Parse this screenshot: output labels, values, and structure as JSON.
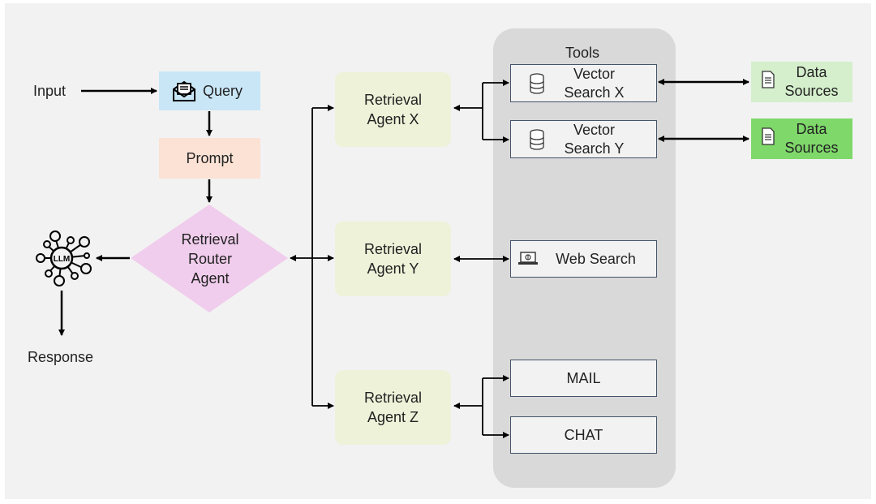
{
  "input_label": "Input",
  "query_label": "Query",
  "prompt_label": "Prompt",
  "router_label": "Retrieval\nRouter\nAgent",
  "llm_label": "LLM",
  "response_label": "Response",
  "agents": [
    {
      "label": "Retrieval\nAgent X"
    },
    {
      "label": "Retrieval\nAgent Y"
    },
    {
      "label": "Retrieval\nAgent Z"
    }
  ],
  "tools_title": "Tools",
  "tools": {
    "vector_x": "Vector\nSearch X",
    "vector_y": "Vector\nSearch Y",
    "web": "Web Search",
    "mail": "MAIL",
    "chat": "CHAT"
  },
  "data_sources": [
    {
      "label": "Data\nSources",
      "color": "#d5efcc"
    },
    {
      "label": "Data\nSources",
      "color": "#7fd86a"
    }
  ],
  "colors": {
    "query": "#c9e6f6",
    "prompt": "#fbe2d5",
    "router": "#f0cdec",
    "agent": "#eef2d9",
    "tools_panel": "#d9d9d9",
    "arrow": "#000000"
  },
  "icons": [
    "envelope-icon",
    "database-icon",
    "laptop-icon",
    "document-icon",
    "llm-network-icon"
  ]
}
